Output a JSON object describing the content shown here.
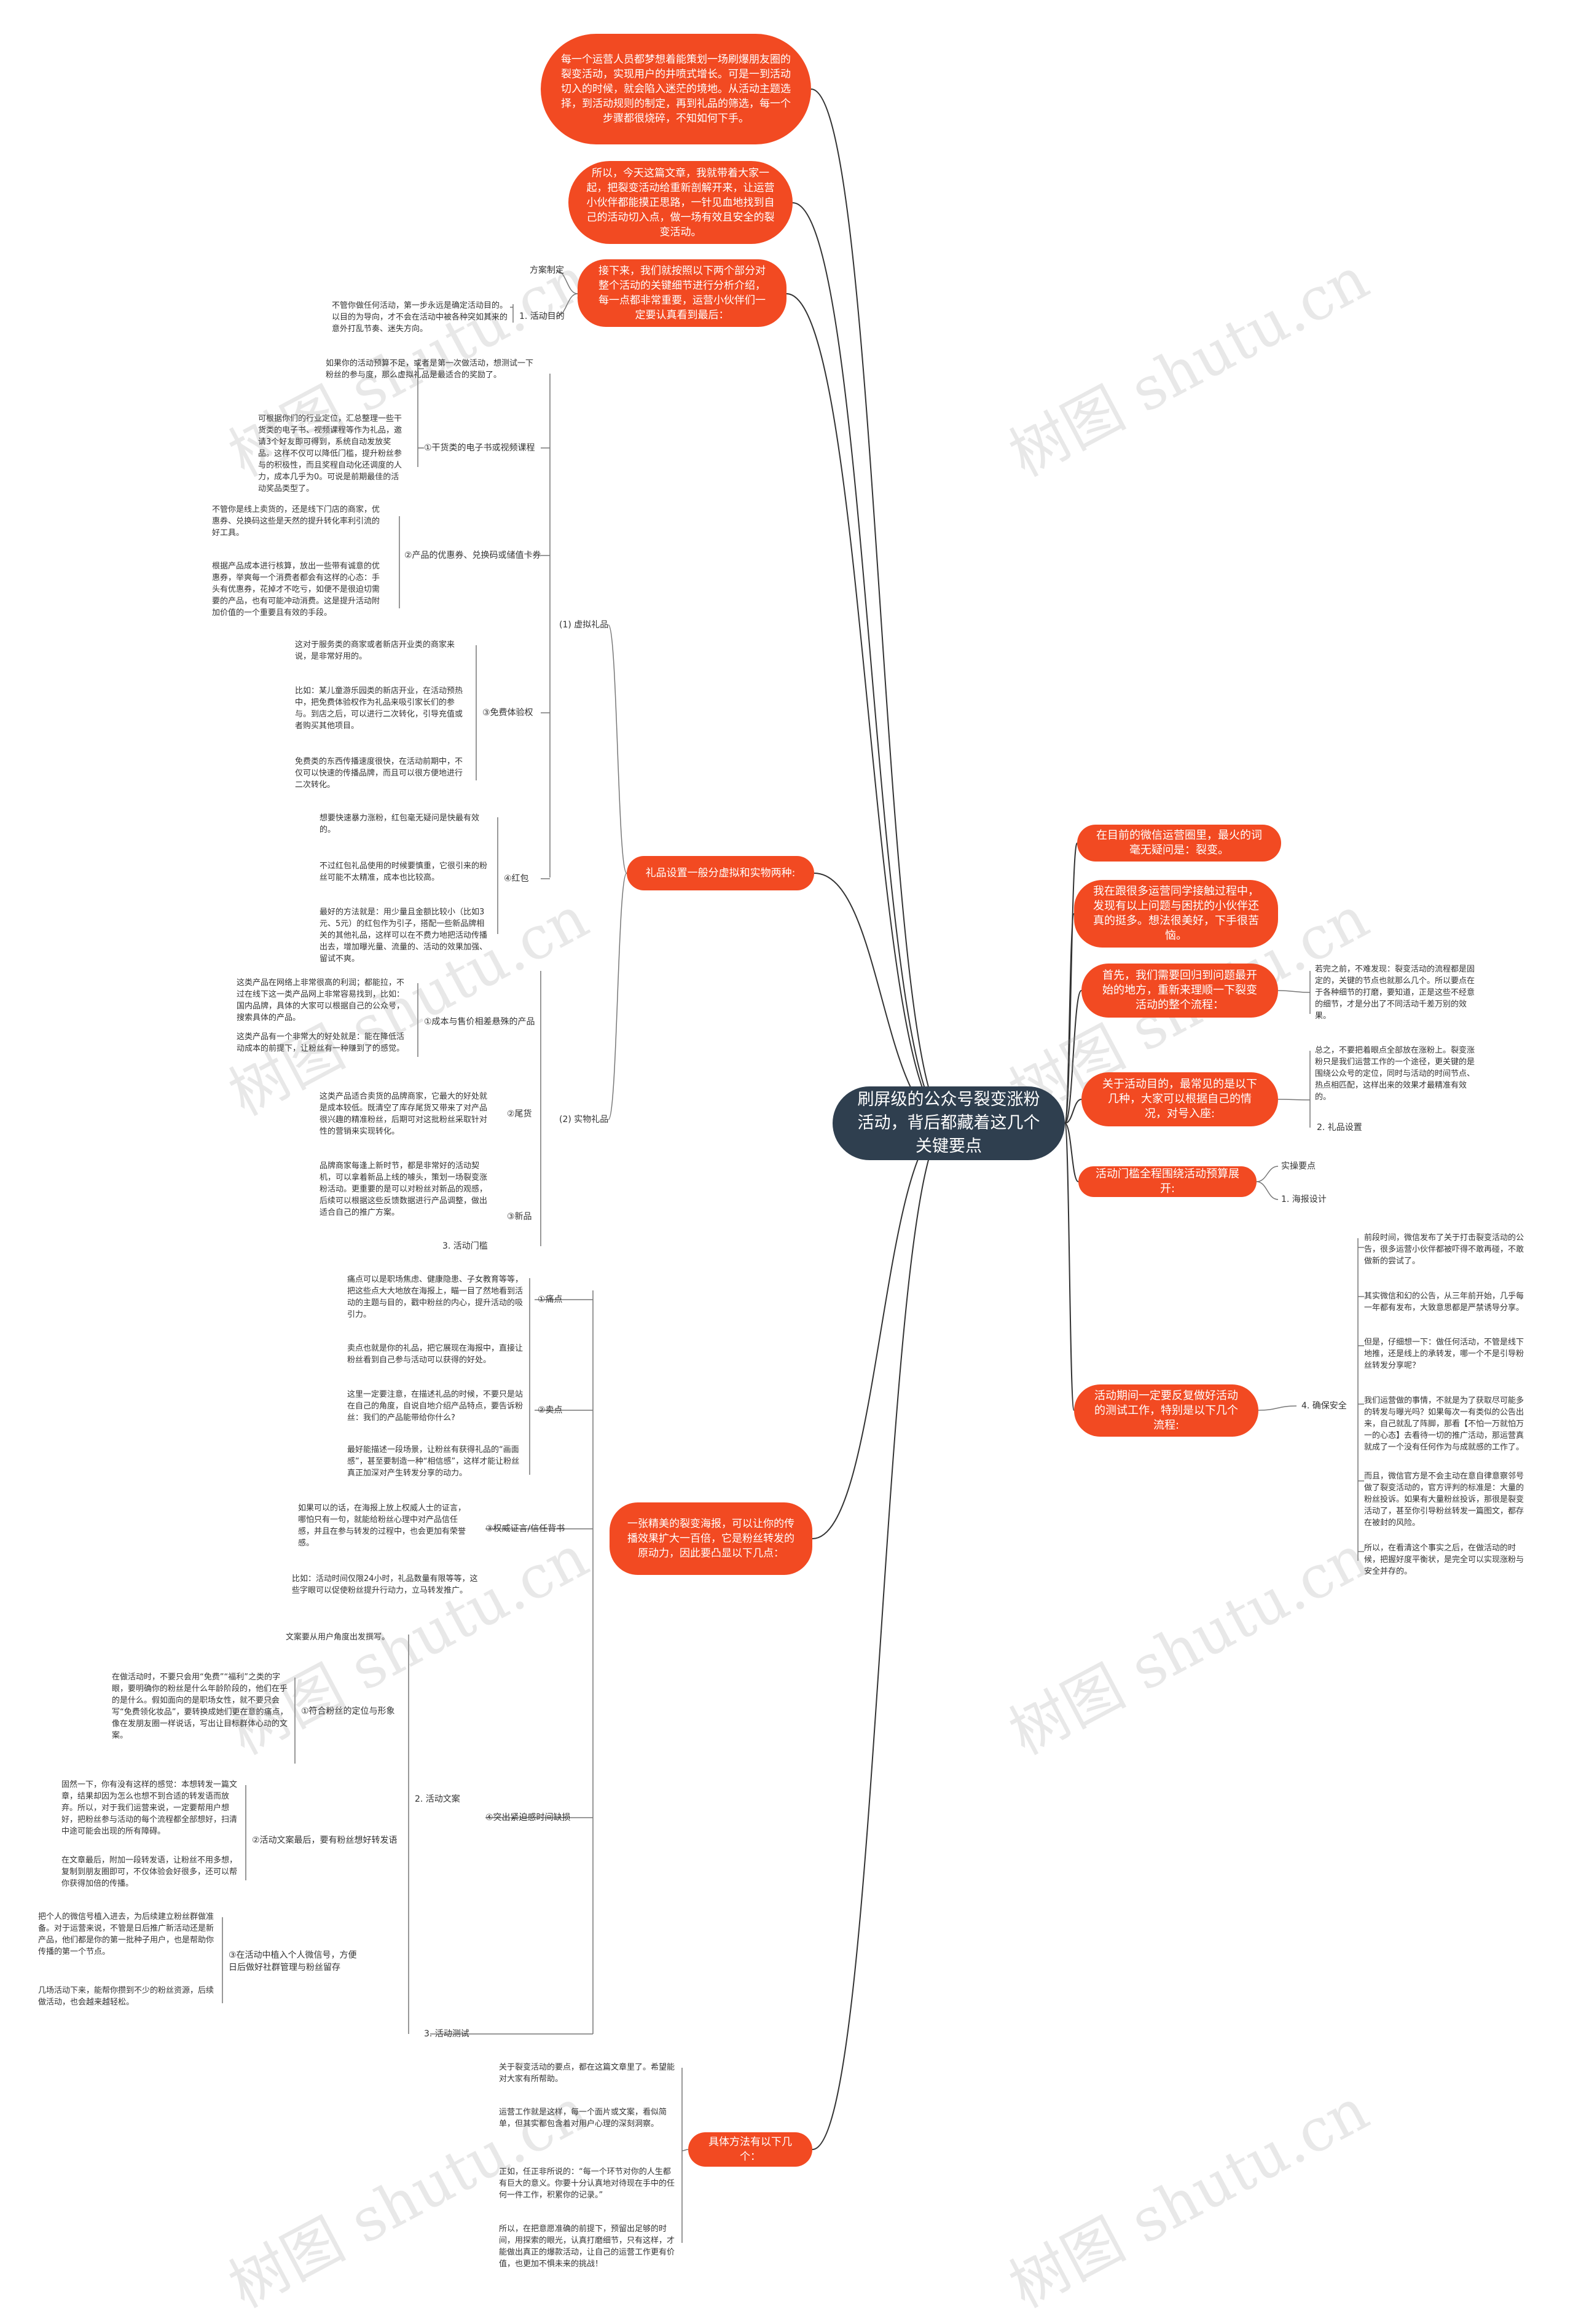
{
  "root": {
    "title": "刷屏级的公众号裂变涨粉活动，背后都藏着这几个关键要点"
  },
  "watermark": "树图 shutu.cn",
  "left": {
    "intro1": "每一个运营人员都梦想着能策划一场刷爆朋友圈的裂变活动，实现用户的井喷式增长。可是一到活动切入的时候，就会陷入迷茫的境地。从活动主题选择，到活动规则的制定，再到礼品的筛选，每一个步骤都很烧碎，不知如何下手。",
    "intro2": "所以，今天这篇文章，我就带着大家一起，把裂变活动给重新剖解开来，让运营小伙伴都能摸正思路，一针见血地找到自己的活动切入点，做一场有效且安全的裂变活动。",
    "intro3": {
      "label": "接下来，我们就按照以下两个部分对整个活动的关键细节进行分析介绍，每一点都非常重要，运营小伙伴们一定要认真看到最后：",
      "fangan": "方案制定",
      "mudi": "1. 活动目的",
      "mudi_txt": "不管你做任何活动，第一步永远是确定活动目的。以目的为导向，才不会在活动中被各种突如其来的意外打乱节奏、迷失方向。"
    },
    "gifts": {
      "label": "礼品设置一般分虚拟和实物两种:",
      "virtual": "(1) 虚拟礼品",
      "v1": "①干货类的电子书或视频课程",
      "v1_t1": "如果你的活动预算不足，或者是第一次做活动，想测试一下粉丝的参与度，那么虚拟礼品是最适合的奖励了。",
      "v1_t2": "可根据你们的行业定位，汇总整理一些干货类的电子书、视频课程等作为礼品，邀请3个好友即可得到，系统自动发放奖品。这样不仅可以降低门槛，提升粉丝参与的积极性，而且奖程自动化还调度的人力，成本几乎为0。可说是前期最佳的活动奖品类型了。",
      "v2": "②产品的优惠券、兑换码或储值卡券",
      "v2_t1": "不管你是线上卖货的，还是线下门店的商家，优惠券、兑换码这些是天然的提升转化率利引流的好工具。",
      "v2_t2": "根据产品成本进行核算，放出一些带有诚意的优惠券，举爽每一个消费者都会有这样的心态：手头有优惠券，花掉才不吃亏，如便不是很迫切需要的产品，也有可能冲动消费。这是提升活动附加价值的一个重要且有效的手段。",
      "v3": "③免费体验权",
      "v3_t1": "这对于服务类的商家或者新店开业类的商家来说，是非常好用的。",
      "v3_t2": "比如：某儿童游乐园类的新店开业，在活动预热中，把免费体验权作为礼品来吸引家长们的参与。到店之后，可以进行二次转化，引导充值或者购买其他项目。",
      "v3_t3": "免费类的东西传播速度很快，在活动前期中，不仅可以快速的传播品牌，而且可以很方便地进行二次转化。",
      "v4": "④红包",
      "v4_t1": "想要快速暴力涨粉，红包毫无疑问是快最有效的。",
      "v4_t2": "不过红包礼品使用的时候要慎重，它很引来的粉丝可能不太精准，成本也比较高。",
      "v4_t3": "最好的方法就是：用少量且金额比较小（比如3元、5元）的红包作为引子，搭配一些新品牌相关的其他礼品，这样可以在不费力地把活动传播出去，增加曝光量、流量的、活动的效果加强、留试不爽。",
      "physical": "(2) 实物礼品",
      "p1": "①成本与售价相差悬殊的产品",
      "p1_t1": "这类产品在网络上非常很高的利润；都能拉，不过在线下这一类产品网上非常容易找到，比如：国内品牌，具体的大家可以根据自己的公众号，搜索具体的产品。",
      "p1_t2": "这类产品有一个非常大的好处就是：能在降低活动成本的前提下，让粉丝有一种赚到了的感觉。",
      "p2": "②尾货",
      "p2_t1": "这类产品适合卖货的品牌商家，它最大的好处就是成本较低。既清空了库存尾货又带来了对产品很兴趣的精准粉丝，后期可对这批粉丝采取针对性的营销来实现转化。",
      "p3": "③新品",
      "p3_t1": "品牌商家每逢上新时节，都是非常好的活动契机，可以拿着新品上线的噱头，策划一场裂变涨粉活动。更重要的是可以对粉丝对新品的观感，后续可以根据这些反馈数据进行产品调整，做出适合自己的推广方案。",
      "p4": "3. 活动门槛"
    },
    "poster": {
      "label": "一张精美的裂变海报，可以让你的传播效果扩大一百倍，它是粉丝转发的原动力，因此要凸显以下几点：",
      "c1": "①痛点",
      "c1_t": "痛点可以是职场焦虑、健康隐患、子女教育等等，把这些点大大地放在海报上，瞄一目了然地看到活动的主题与目的，戳中粉丝的内心，提升活动的吸引力。",
      "c2": "②卖点",
      "c2_t1": "卖点也就是你的礼品，把它展现在海报中，直接让粉丝看到自己参与活动可以获得的好处。",
      "c2_t2": "这里一定要注意，在描述礼品的时候，不要只是站在自己的角度，自说自地介绍产品特点，要告诉粉丝：我们的产品能带给你什么?",
      "c2_t3": "最好能描述一段场景，让粉丝有获得礼品的“画面感”，甚至要制造一种“相信感”，这样才能让粉丝真正加深对产生转发分享的动力。",
      "c3": "③权威证言/信任背书",
      "c3_t": "如果可以的话，在海报上放上权威人士的证言，哪怕只有一句，就能给粉丝心理中对产品信任感，并且在参与转发的过程中，也会更加有荣誉感。",
      "c4": "④突出紧迫感时间缺损",
      "c4_t": "比如：活动时间仅限24小时，礼品数量有限等等，这些字眼可以促使粉丝提升行动力，立马转发推广。",
      "copy": "2. 活动文案",
      "copy_t0": "文案要从用户角度出发撰写。",
      "s1": "①符合粉丝的定位与形象",
      "s1_t": "在做活动时，不要只会用“免费”“福利”之类的字眼，要明确你的粉丝是什么年龄阶段的，他们在乎的是什么。假如面向的是职场女性，就不要只会写“免费领化妆品”，要转换成她们更在意的痛点，像在发朋友圈一样说话，写出让目标群体心动的文案。",
      "s2": "②活动文案最后，要有粉丝想好转发语",
      "s2_t1": "固然一下，你有没有这样的感觉：本想转发一篇文章，结果却因为怎么也想不到合适的转发语而放弃。所以，对于我们运营来说，一定要帮用户想好，把粉丝参与活动的每个流程都全部想好，扫清中途可能会出现的所有障碍。",
      "s2_t2": "在文章最后，附加一段转发语，让粉丝不用多想，复制到朋友圈即可，不仅体验会好很多，还可以帮你获得加倍的传播。",
      "s3": "③在活动中植入个人微信号，方便日后做好社群管理与粉丝留存",
      "s3_t1": "把个人的微信号植入进去，为后续建立粉丝群做准备。对于运营来说，不管是日后推广新活动还是新产品，他们都是你的第一批种子用户，也是帮助你传播的第一个节点。",
      "s3_t2": "几场活动下来，能帮你攒到不少的粉丝资源，后续做活动，也会越来越轻松。",
      "launch": "3. 活动测试"
    },
    "methods": {
      "label": "具体方法有以下几个：",
      "t1": "关于裂变活动的要点，都在这篇文章里了。希望能对大家有所帮助。",
      "t2": "运营工作就是这样，每一个面片或文案，看似简单，但其实都包含着对用户心理的深刻洞察。",
      "t3": "正如，任正非所说的：“每一个环节对你的人生都有巨大的意义。你要十分认真地对待现在手中的任何一件工作，积累你的记录。”",
      "t4": "所以，在把意愿准确的前提下，预留出足够的时间，用探索的眼光，认真打磨细节，只有这样，才能做出真正的爆款活动，让自己的运营工作更有价值，也更加不惧未来的挑战！"
    }
  },
  "right": {
    "r1": "在目前的微信运营圈里，最火的词毫无疑问是：裂变。",
    "r2": "我在跟很多运营同学接触过程中，发现有以上问题与困扰的小伙伴还真的挺多。想法很美好，下手很苦恼。",
    "r3": "首先，我们需要回归到问题最开始的地方，重新来理顺一下裂变活动的整个流程：",
    "r3_t": "若完之前，不难发现：裂变活动的流程都是固定的，关键的节点也就那么几个。所以要点在于各种细节的打磨，要知道，正是这些不经意的细节，才是分出了不同活动千差万别的效果。",
    "r4": "关于活动目的，最常见的是以下几种，大家可以根据自己的情况，对号入座:",
    "r4_t": "总之，不要把着眼点全部放在涨粉上。裂变涨粉只是我们运营工作的一个途径，更关键的是围绕公众号的定位，同时与活动的时间节点、热点相匹配，这样出来的效果才最精准有效的。",
    "r4_sub": "2. 礼品设置",
    "r5": "活动门槛全程围绕活动预算展开:",
    "r5_a": "实操要点",
    "r5_b": "1. 海报设计",
    "r6": "活动期间一定要反复做好活动的测试工作，特别是以下几个流程:",
    "r6_sub": "4. 确保安全",
    "r6_t1": "前段时间，微信发布了关于打击裂变活动的公告，很多运营小伙伴都被吓得不敢再碰，不敢做新的尝试了。",
    "r6_t2": "其实微信和幻的公告，从三年前开始，几乎每一年都有发布，大致意思都是严禁诱导分享。",
    "r6_t3": "但是，仔细想一下：做任何活动，不管是线下地推，还是线上的承转发，哪一个不是引导粉丝转发分享呢？",
    "r6_t4": "我们运营做的事情，不就是为了获取尽可能多的转发与曝光吗？如果每次一有类似的公告出来，自己就乱了阵脚，那看【不怕一万就怕万一的心态】去看待一切的推广活动，那运营真就成了一个没有任何作为与成就感的工作了。",
    "r6_t5": "而且，微信官方是不会主动在意自律意察邻号做了裂变活动的，官方评判的标准是：大量的粉丝投诉。如果有大量粉丝投诉，那很是裂变活动了，甚至你引导粉丝转发一篇图文，都存在被封的风险。",
    "r6_t6": "所以，在看清这个事实之后，在做活动的时候，把握好度平衡状，是完全可以实现涨粉与安全并存的。"
  }
}
